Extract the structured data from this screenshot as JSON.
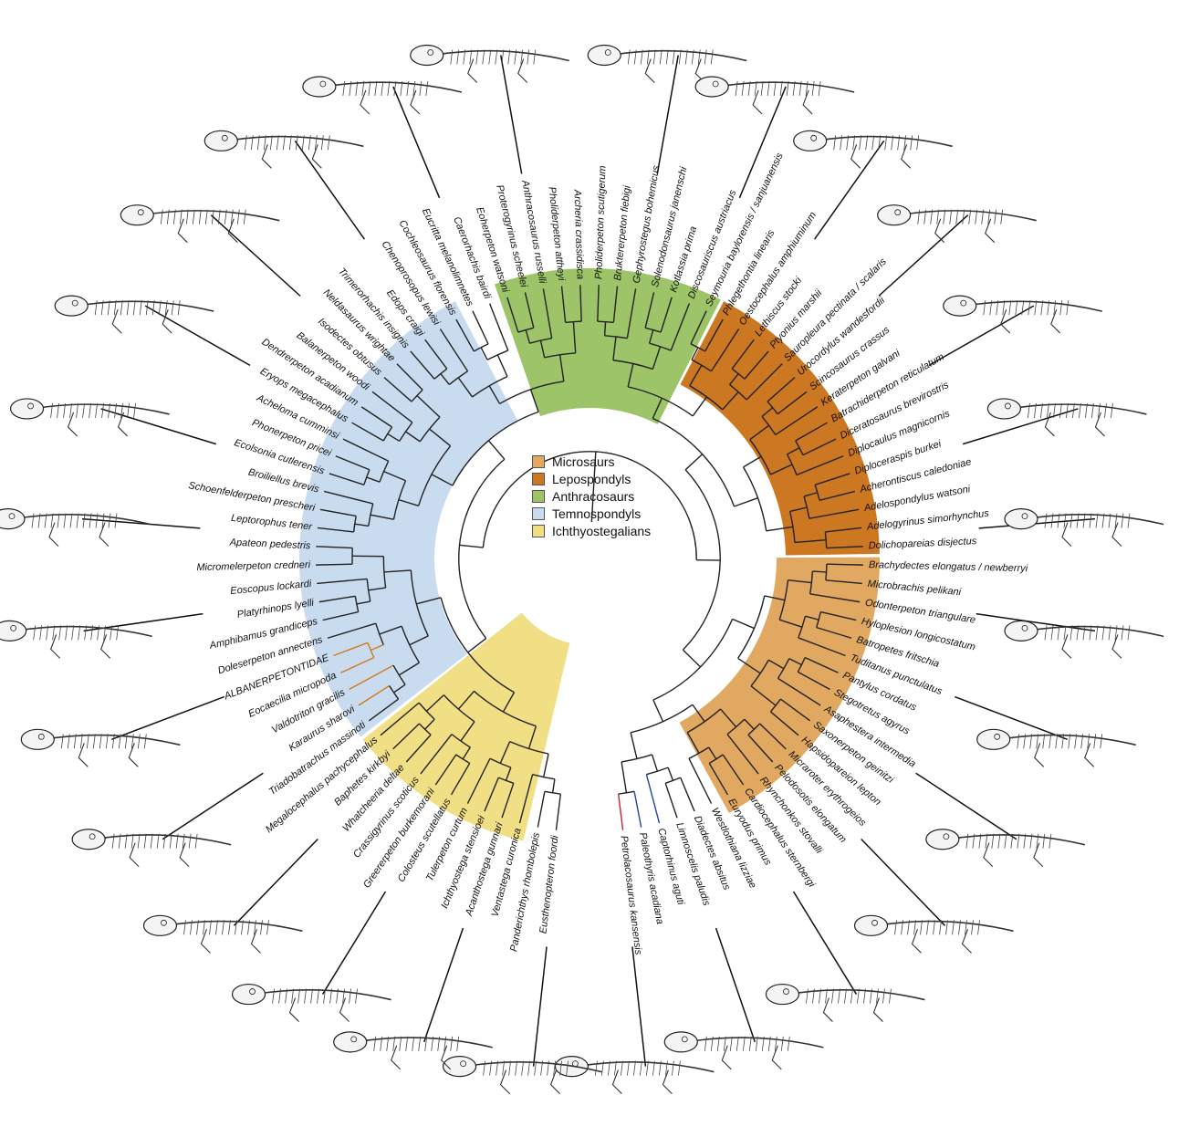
{
  "clades": [
    {
      "name": "Microsaurs",
      "color": "#e0a860"
    },
    {
      "name": "Lepospondyls",
      "color": "#cc7722"
    },
    {
      "name": "Anthracosaurs",
      "color": "#9dc468"
    },
    {
      "name": "Temnospondyls",
      "color": "#c9dcef"
    },
    {
      "name": "Ichthyostegalians",
      "color": "#f0df84"
    }
  ],
  "taxa": [
    {
      "name": "Eusthenopteron foordi",
      "group": "none"
    },
    {
      "name": "Panderichthys rhombolepis",
      "group": "none"
    },
    {
      "name": "Ventastega curonica",
      "group": "Ichthyostegalians"
    },
    {
      "name": "Acanthostega gunnari",
      "group": "Ichthyostegalians"
    },
    {
      "name": "Ichthyostega stensioei",
      "group": "Ichthyostegalians"
    },
    {
      "name": "Tulerpeton curtum",
      "group": "Ichthyostegalians"
    },
    {
      "name": "Colosteus scutellatus",
      "group": "Ichthyostegalians"
    },
    {
      "name": "Greererpeton burkemorani",
      "group": "Ichthyostegalians"
    },
    {
      "name": "Crassigyrinus scoticus",
      "group": "Ichthyostegalians"
    },
    {
      "name": "Whatcheeria deltae",
      "group": "Ichthyostegalians"
    },
    {
      "name": "Baphetes kirkbyi",
      "group": "Ichthyostegalians"
    },
    {
      "name": "Megalocephalus pachycephalus",
      "group": "Ichthyostegalians"
    },
    {
      "name": "Triadobatrachus massinoti",
      "group": "Temnospondyls"
    },
    {
      "name": "Karaurus sharovi",
      "group": "Temnospondyls"
    },
    {
      "name": "Valdotriton gracilis",
      "group": "Temnospondyls"
    },
    {
      "name": "Eocaecilia micropoda",
      "group": "Temnospondyls"
    },
    {
      "name": "ALBANERPETONTIDAE",
      "group": "Temnospondyls"
    },
    {
      "name": "Doleserpeton annectens",
      "group": "Temnospondyls"
    },
    {
      "name": "Amphibamus grandiceps",
      "group": "Temnospondyls"
    },
    {
      "name": "Platyrhinops lyelli",
      "group": "Temnospondyls"
    },
    {
      "name": "Eoscopus lockardi",
      "group": "Temnospondyls"
    },
    {
      "name": "Micromelerpeton credneri",
      "group": "Temnospondyls"
    },
    {
      "name": "Apateon pedestris",
      "group": "Temnospondyls"
    },
    {
      "name": "Leptorophus tener",
      "group": "Temnospondyls"
    },
    {
      "name": "Schoenfelderpeton prescheri",
      "group": "Temnospondyls"
    },
    {
      "name": "Broiliellus brevis",
      "group": "Temnospondyls"
    },
    {
      "name": "Ecolsonia cutlerensis",
      "group": "Temnospondyls"
    },
    {
      "name": "Phonerpeton pricei",
      "group": "Temnospondyls"
    },
    {
      "name": "Acheloma cumminsi",
      "group": "Temnospondyls"
    },
    {
      "name": "Eryops megacephalus",
      "group": "Temnospondyls"
    },
    {
      "name": "Dendrerpeton acadianum",
      "group": "Temnospondyls"
    },
    {
      "name": "Balanerpeton woodi",
      "group": "Temnospondyls"
    },
    {
      "name": "Isodectes obtusus",
      "group": "Temnospondyls"
    },
    {
      "name": "Neldasaurus wrightae",
      "group": "Temnospondyls"
    },
    {
      "name": "Trimerorhachis insignis",
      "group": "Temnospondyls"
    },
    {
      "name": "Edops craigi",
      "group": "Temnospondyls"
    },
    {
      "name": "Chenoprosopus lewisi",
      "group": "Temnospondyls"
    },
    {
      "name": "Cochleosaurus florensis",
      "group": "Temnospondyls"
    },
    {
      "name": "Eucritta melanolimnetes",
      "group": "none"
    },
    {
      "name": "Caerorhachis bairdi",
      "group": "none"
    },
    {
      "name": "Eoherpeton watsoni",
      "group": "Anthracosaurs"
    },
    {
      "name": "Proterogyrinus scheelei",
      "group": "Anthracosaurs"
    },
    {
      "name": "Anthracosaurus russelli",
      "group": "Anthracosaurs"
    },
    {
      "name": "Pholiderpeton attheyi",
      "group": "Anthracosaurs"
    },
    {
      "name": "Archeria crassidisca",
      "group": "Anthracosaurs"
    },
    {
      "name": "Pholiderpeton scutigerum",
      "group": "Anthracosaurs"
    },
    {
      "name": "Bruktererpeton fiebigi",
      "group": "Anthracosaurs"
    },
    {
      "name": "Gephyrostegus bohemicus",
      "group": "Anthracosaurs"
    },
    {
      "name": "Solenodonsaurus janenschi",
      "group": "Anthracosaurs"
    },
    {
      "name": "Kotlassia prima",
      "group": "Anthracosaurs"
    },
    {
      "name": "Discosauriscus austriacus",
      "group": "Anthracosaurs"
    },
    {
      "name": "Seymouria baylorensis / sanjuanensis",
      "group": "Anthracosaurs"
    },
    {
      "name": "Phlegethontia linearis",
      "group": "Lepospondyls"
    },
    {
      "name": "Oestocephalus amphiuminum",
      "group": "Lepospondyls"
    },
    {
      "name": "Lethiscus stocki",
      "group": "Lepospondyls"
    },
    {
      "name": "Ptyonius marshii",
      "group": "Lepospondyls"
    },
    {
      "name": "Sauropleura pectinata / scalaris",
      "group": "Lepospondyls"
    },
    {
      "name": "Urocordylus wandesfordii",
      "group": "Lepospondyls"
    },
    {
      "name": "Scincosaurus crassus",
      "group": "Lepospondyls"
    },
    {
      "name": "Keraterpeton galvani",
      "group": "Lepospondyls"
    },
    {
      "name": "Batrachiderpeton reticulatum",
      "group": "Lepospondyls"
    },
    {
      "name": "Diceratosaurus brevirostris",
      "group": "Lepospondyls"
    },
    {
      "name": "Diplocaulus magnicornis",
      "group": "Lepospondyls"
    },
    {
      "name": "Diploceraspis burkei",
      "group": "Lepospondyls"
    },
    {
      "name": "Acherontiscus caledoniae",
      "group": "Lepospondyls"
    },
    {
      "name": "Adelospondylus watsoni",
      "group": "Lepospondyls"
    },
    {
      "name": "Adelogyrinus simorhynchus",
      "group": "Lepospondyls"
    },
    {
      "name": "Dolichopareias disjectus",
      "group": "Lepospondyls"
    },
    {
      "name": "Brachydectes elongatus / newberryi",
      "group": "Microsaurs"
    },
    {
      "name": "Microbrachis pelikani",
      "group": "Microsaurs"
    },
    {
      "name": "Odonterpeton triangulare",
      "group": "Microsaurs"
    },
    {
      "name": "Hyloplesion longicostatum",
      "group": "Microsaurs"
    },
    {
      "name": "Batropetes fritschia",
      "group": "Microsaurs"
    },
    {
      "name": "Tuditanus punctulatus",
      "group": "Microsaurs"
    },
    {
      "name": "Pantylus cordatus",
      "group": "Microsaurs"
    },
    {
      "name": "Stegotretus agyrus",
      "group": "Microsaurs"
    },
    {
      "name": "Asaphestera intermedia",
      "group": "Microsaurs"
    },
    {
      "name": "Saxonerpeton geinitzi",
      "group": "Microsaurs"
    },
    {
      "name": "Hapsidopareion lepton",
      "group": "Microsaurs"
    },
    {
      "name": "Micraroter erythrogeios",
      "group": "Microsaurs"
    },
    {
      "name": "Pelodosotis elongatum",
      "group": "Microsaurs"
    },
    {
      "name": "Rhynchonkos stovalli",
      "group": "Microsaurs"
    },
    {
      "name": "Cardiocephalus sternbergi",
      "group": "Microsaurs"
    },
    {
      "name": "Euryodus primus",
      "group": "Microsaurs"
    },
    {
      "name": "Westlothiana lizziae",
      "group": "none"
    },
    {
      "name": "Diadectes absitus",
      "group": "none"
    },
    {
      "name": "Limnoscelis paludis",
      "group": "none"
    },
    {
      "name": "Captorhinus aguti",
      "group": "amniote-blue"
    },
    {
      "name": "Paleothyris acadiana",
      "group": "amniote-blue"
    },
    {
      "name": "Petrolacosaurus kansensis",
      "group": "amniote-red"
    }
  ],
  "line_colors": {
    "tree": "#222222",
    "albanerpetontid_branch": "#d07a1e",
    "amniote_red": "#cc2233",
    "amniote_blue": "#2244aa"
  },
  "silhouettes": [
    "ichthyostega-skeleton",
    "acanthostega-skeleton",
    "eusthenopteron-fish",
    "crassigyrinus-skeleton",
    "greererpeton-skeleton",
    "whatcheeria-skeleton",
    "karaurus-skeleton",
    "eocaecilia-skeleton",
    "amphibamus-skeleton",
    "apateon-skeleton",
    "eryops-skeleton",
    "trimerorhachis-skeleton",
    "cochleosaurus-skeleton",
    "proterogyrinus-skeleton",
    "archeria-skeleton",
    "gephyrostegus-skeleton",
    "seymouria-skeleton",
    "phlegethontia-skeleton",
    "oestocephalus-skeleton",
    "diplocaulus-skeleton",
    "microbrachis-skeleton",
    "tuditanus-skeleton",
    "pantylus-skeleton",
    "westlothiana-skeleton",
    "diadectes-skeleton",
    "limnoscelis-skeleton",
    "captorhinus-skeleton",
    "petrolacosaurus-skeleton"
  ]
}
